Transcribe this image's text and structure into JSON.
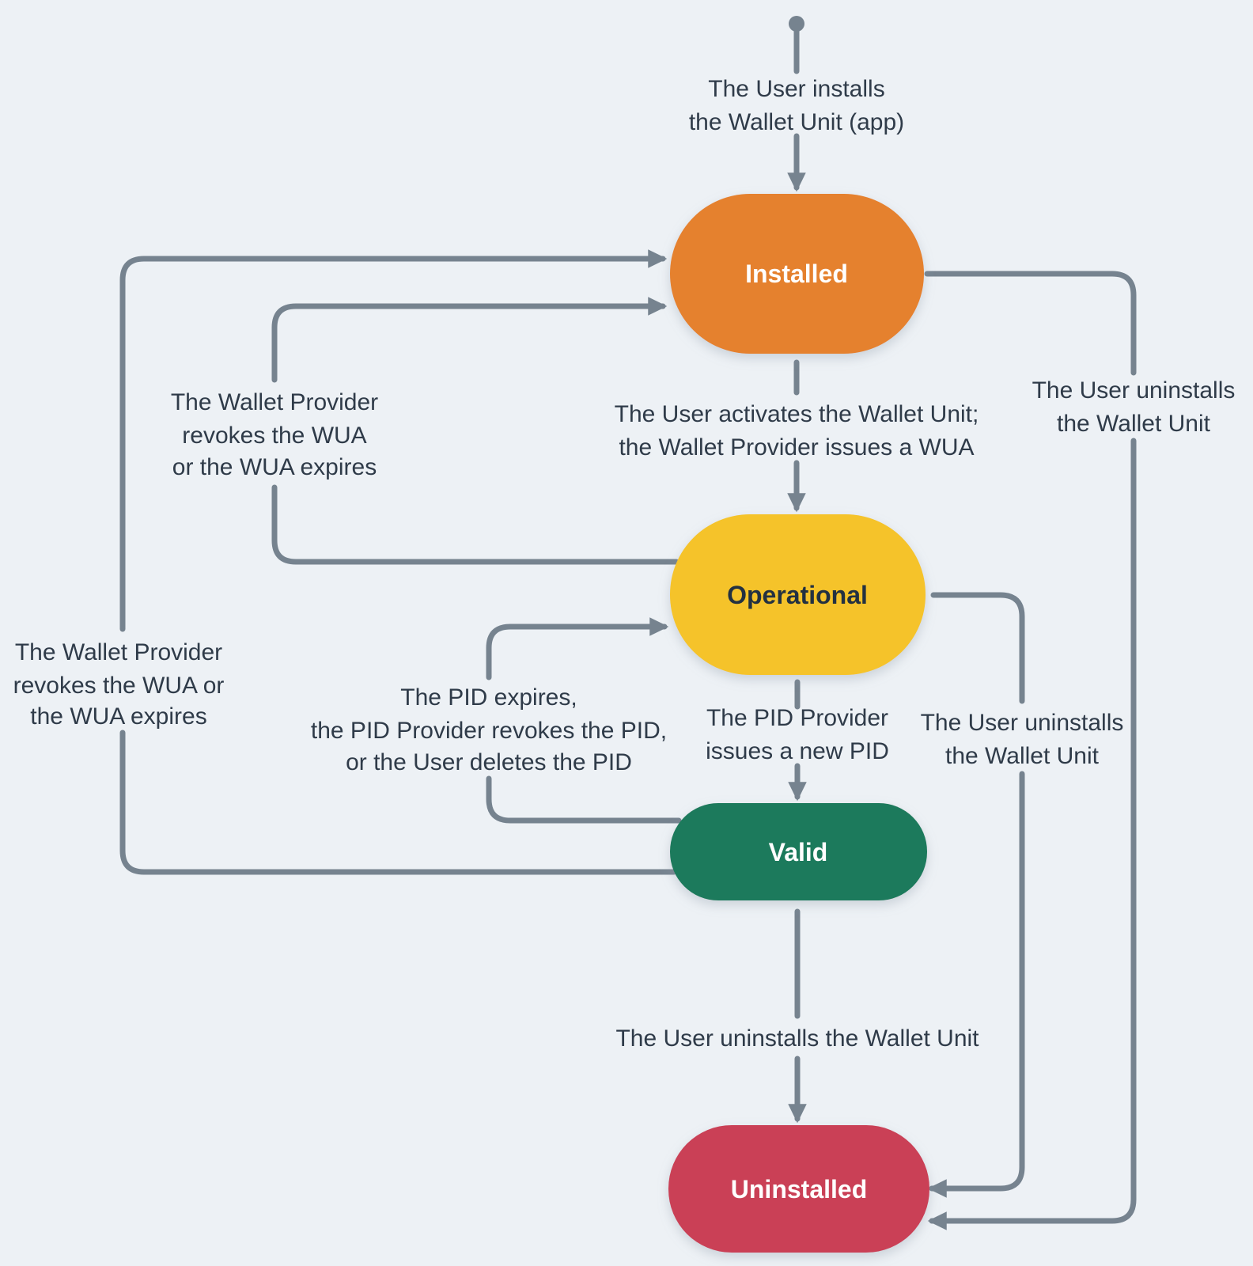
{
  "colors": {
    "background": "#EDF1F5",
    "line": "#76838F",
    "edge_text": "#2F3B49",
    "node_installed": "#E5812E",
    "node_operational": "#F5C32B",
    "node_valid": "#1F7A5B",
    "node_uninstalled": "#CA4156",
    "node_text_light": "#FFFFFF",
    "node_text_dark": "#233141"
  },
  "nodes": [
    {
      "id": "installed",
      "label": "Installed",
      "color": "#E5812E",
      "text_color": "#FFFFFF"
    },
    {
      "id": "operational",
      "label": "Operational",
      "color": "#F5C32B",
      "text_color": "#233141"
    },
    {
      "id": "valid",
      "label": "Valid",
      "color": "#1F7A5B",
      "text_color": "#FFFFFF"
    },
    {
      "id": "uninstalled",
      "label": "Uninstalled",
      "color": "#CA4156",
      "text_color": "#FFFFFF"
    }
  ],
  "edges": [
    {
      "id": "install",
      "from": "start",
      "to": "installed",
      "lines": [
        "The User installs",
        "the Wallet Unit (app)"
      ]
    },
    {
      "id": "activate",
      "from": "installed",
      "to": "operational",
      "lines": [
        "The User activates the Wallet Unit;",
        "the Wallet Provider issues a WUA"
      ]
    },
    {
      "id": "issue-new-pid",
      "from": "operational",
      "to": "valid",
      "lines": [
        "The PID Provider",
        "issues a new PID"
      ]
    },
    {
      "id": "uninstall-from-valid",
      "from": "valid",
      "to": "uninstalled",
      "lines": [
        "The User uninstalls the Wallet Unit"
      ]
    },
    {
      "id": "revoke-wua-operational",
      "from": "operational",
      "to": "installed",
      "lines": [
        "The Wallet Provider",
        "revokes the WUA",
        "or the WUA expires"
      ]
    },
    {
      "id": "revoke-wua-valid",
      "from": "valid",
      "to": "installed",
      "lines": [
        "The Wallet Provider",
        "revokes the WUA or",
        "the WUA expires"
      ]
    },
    {
      "id": "pid-expires",
      "from": "valid",
      "to": "operational",
      "lines": [
        "The PID expires,",
        "the PID Provider revokes the PID,",
        "or the User deletes the PID"
      ]
    },
    {
      "id": "uninstall-from-installed",
      "from": "installed",
      "to": "uninstalled",
      "lines": [
        "The User uninstalls",
        "the Wallet Unit"
      ]
    },
    {
      "id": "uninstall-from-operational",
      "from": "operational",
      "to": "uninstalled",
      "lines": [
        "The User uninstalls",
        "the Wallet Unit"
      ]
    }
  ]
}
